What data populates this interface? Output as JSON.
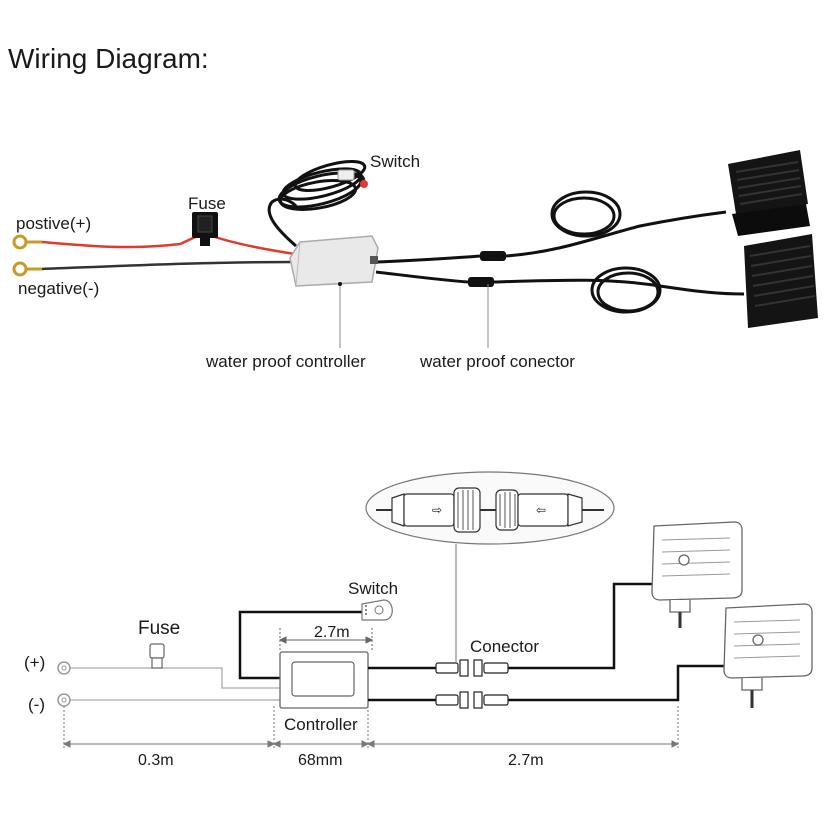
{
  "title": "Wiring Diagram:",
  "photo_section": {
    "labels": {
      "switch": "Switch",
      "fuse": "Fuse",
      "positive": "postive(+)",
      "negative": "negative(-)",
      "controller": "water proof controller",
      "connector": "water proof conector"
    }
  },
  "schematic_section": {
    "labels": {
      "switch": "Switch",
      "fuse": "Fuse",
      "positive": "(+)",
      "negative": "(-)",
      "connector": "Conector",
      "controller": "Controller"
    },
    "dimensions": {
      "switch_cable": "2.7m",
      "fuse_lead": "0.3m",
      "controller_size": "68mm",
      "lamp_cable": "2.7m"
    }
  },
  "colors": {
    "positive_wire": "#e03a2e",
    "negative_wire": "#333333",
    "lamp_body": "#151515",
    "controller_body": "#e9e9e9"
  }
}
